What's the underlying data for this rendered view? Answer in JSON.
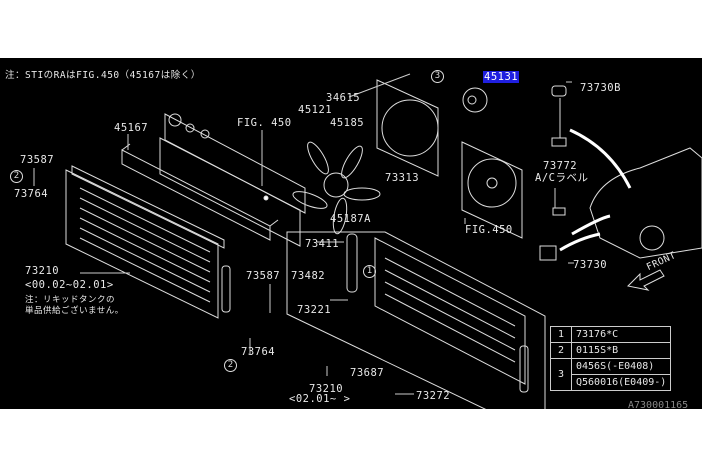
{
  "note_top": "注：STIのRAはFIG.450（45167は除く）",
  "labels": {
    "p34615": "34615",
    "p45131": "45131",
    "p73730B": "73730B",
    "p45121": "45121",
    "p45185": "45185",
    "p45167": "45167",
    "fig450_a": "FIG. 450",
    "p73587_a": "73587",
    "p73764_a": "73764",
    "p73313": "73313",
    "p73772": "73772",
    "ac_label": "A/Cラベル",
    "p45187A": "45187A",
    "fig450_b": "FIG.450",
    "p73411": "73411",
    "p73482": "73482",
    "p73587_b": "73587",
    "p73730": "73730",
    "front": "FRONT",
    "p73210_a": "73210",
    "range_a": "<00.02~02.01>",
    "note_tank_1": "注：リキッドタンクの",
    "note_tank_2": "単品供給ございません。",
    "p73221": "73221",
    "p73764_b": "73764",
    "p73687": "73687",
    "p73210_b": "73210",
    "range_b": "<02.01~    >",
    "p73272": "73272"
  },
  "callouts": {
    "c1": "1",
    "c2": "2",
    "c3": "3"
  },
  "legend": [
    {
      "num": "1",
      "parts": [
        "73176*C"
      ]
    },
    {
      "num": "2",
      "parts": [
        "0115S*B"
      ]
    },
    {
      "num": "3",
      "parts": [
        "0456S(-E0408)",
        "Q560016(E0409-)"
      ]
    }
  ],
  "diagram_code": "A730001165",
  "colors": {
    "background": "#000000",
    "line": "#e8e8e8",
    "highlight": "#1f1fe0"
  }
}
